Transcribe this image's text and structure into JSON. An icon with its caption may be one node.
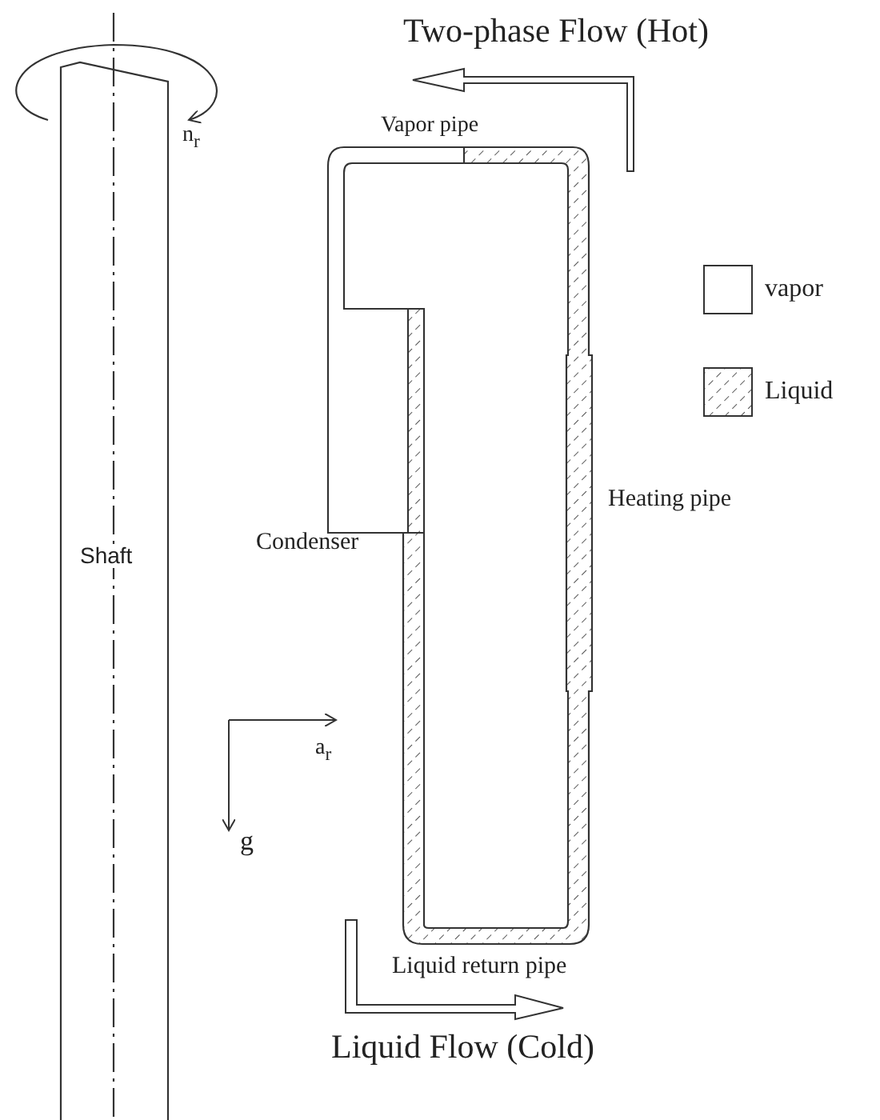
{
  "diagram": {
    "labels": [
      "Two-phase Flow (Hot)",
      "Vapor pipe",
      "n$_{r}$",
      "Heating pipe",
      "Shaft",
      "Condenser",
      "a$_{r}$",
      "g",
      "Liquid return pipe",
      "Liquid Flow (Cold)"
    ],
    "legend": [
      {
        "text": "vapor",
        "color": "#ffffff"
      },
      {
        "text": "Liquid"
      }
    ]
  }
}
